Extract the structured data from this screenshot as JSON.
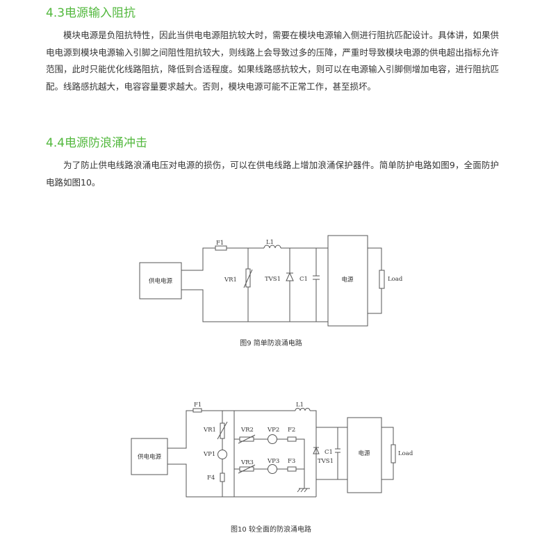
{
  "section43": {
    "heading": "4.3电源输入阻抗",
    "paragraph": "模块电源是负阻抗特性，因此当供电电源阻抗较大时，需要在模块电源输入侧进行阻抗匹配设计。具体讲，如果供电电源到模块电源输入引脚之间阻性阻抗较大，则线路上会导致过多的压降，严重时导致模块电源的供电超出指标允许范围，此时只能优化线路阻抗，降低到合适程度。如果线路感抗较大，则可以在电源输入引脚侧增加电容，进行阻抗匹配。线路感抗越大，电容容量要求越大。否则，模块电源可能不正常工作，甚至损坏。"
  },
  "section44": {
    "heading": "4.4电源防浪涌冲击",
    "paragraph": "为了防止供电线路浪涌电压对电源的损伤，可以在供电线路上增加浪涌保护器件。简单防护电路如图9，全面防护电路如图10。"
  },
  "figure9": {
    "caption": "图9  简单防浪涌电路",
    "labels": {
      "supply": "供电电源",
      "fuse": "F1",
      "inductor": "L1",
      "varistor": "VR1",
      "tvs": "TVS1",
      "capacitor": "C1",
      "module": "电源",
      "load": "Load"
    }
  },
  "figure10": {
    "caption": "图10  较全面的防浪涌电路",
    "labels": {
      "supply": "供电电源",
      "fuse1": "F1",
      "inductor": "L1",
      "vr1": "VR1",
      "vr2": "VR2",
      "vr3": "VR3",
      "vp1": "VP1",
      "vp2": "VP2",
      "vp3": "VP3",
      "f2": "F2",
      "f3": "F3",
      "f4": "F4",
      "capacitor": "C1",
      "tvs": "TVS1",
      "module": "电源",
      "load": "Load"
    }
  }
}
